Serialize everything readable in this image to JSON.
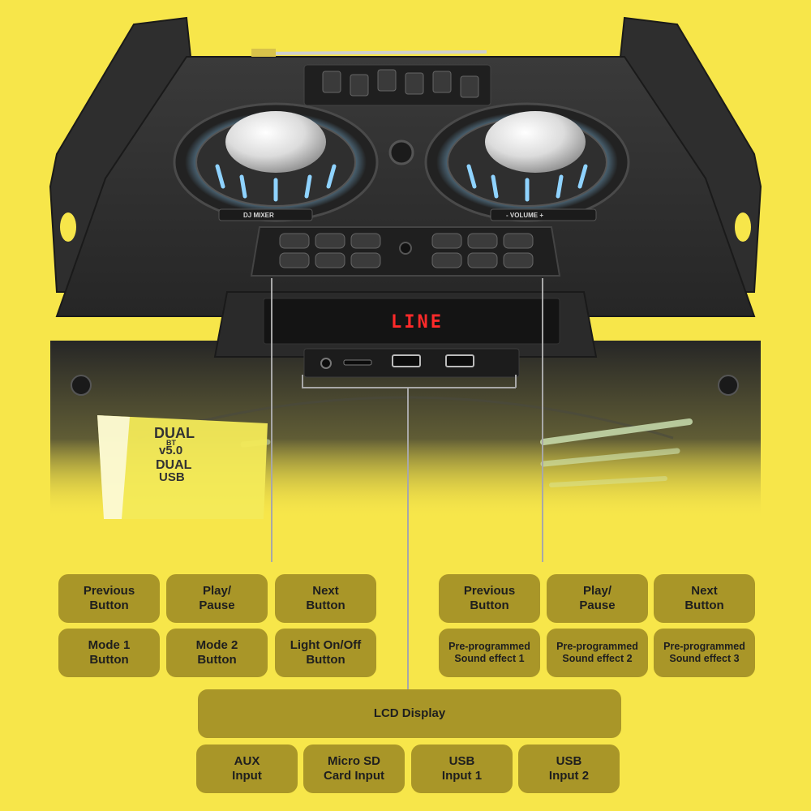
{
  "speaker": {
    "lcd_text": "LINE",
    "left_panel_label": "DJ MIXER",
    "right_panel_label": "-   VOLUME   +",
    "sticker_lines": [
      "DUAL",
      "BT",
      "v5.0",
      "DUAL",
      "USB"
    ]
  },
  "labels": {
    "left": {
      "previous": "Previous\nButton",
      "play_pause": "Play/\nPause",
      "next": "Next\nButton",
      "mode1": "Mode 1\nButton",
      "mode2": "Mode 2\nButton",
      "light": "Light On/Off\nButton"
    },
    "right": {
      "previous": "Previous\nButton",
      "play_pause": "Play/\nPause",
      "next": "Next\nButton",
      "effect1": "Pre-programmed\nSound effect 1",
      "effect2": "Pre-programmed\nSound effect 2",
      "effect3": "Pre-programmed\nSound effect 3"
    },
    "lcd_display": "LCD Display",
    "ports": {
      "aux": "AUX\nInput",
      "microsd": "Micro SD\nCard Input",
      "usb1": "USB\nInput 1",
      "usb2": "USB\nInput 2"
    }
  },
  "colors": {
    "background": "#f7e64a",
    "pill": "#a99628",
    "pill_text": "#1e1e1e",
    "speaker_body": "#2b2b2b",
    "ring_glow": "#8fd3ff",
    "lcd_red": "#ff2a2a"
  }
}
